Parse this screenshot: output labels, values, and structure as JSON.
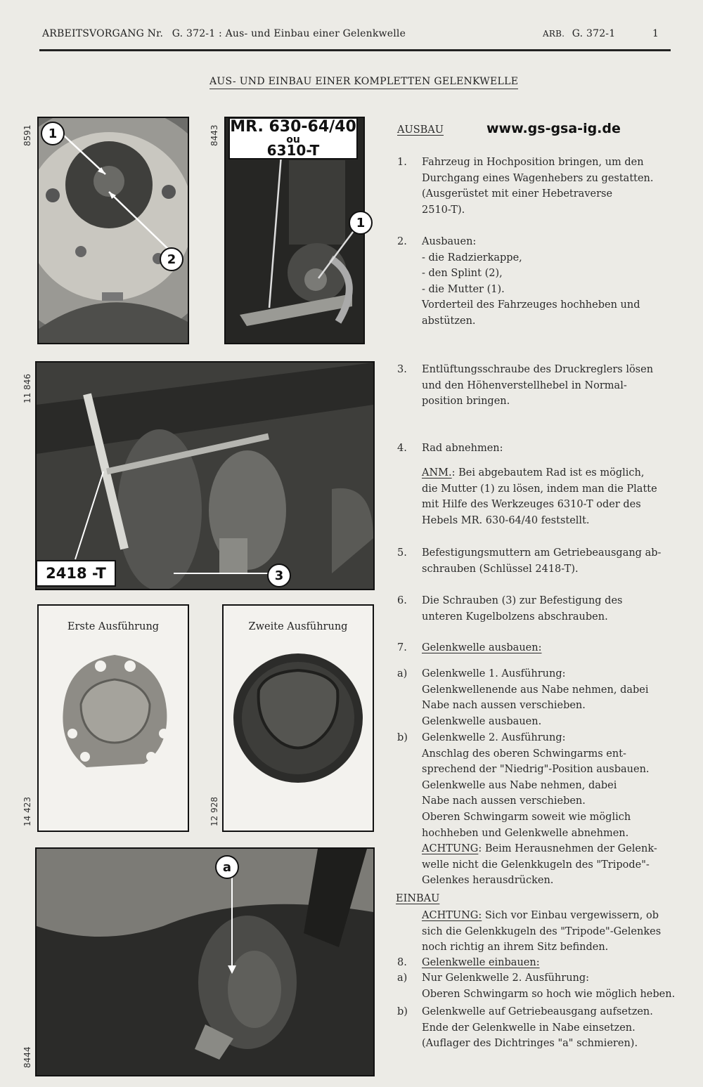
{
  "header": {
    "left_label": "ARBEITSVORGANG Nr.",
    "op_number": "G. 372-1 :",
    "op_title": "Aus- und Einbau einer Gelenkwelle",
    "arb_label": "ARB.",
    "arb_number": "G. 372-1",
    "page": "1"
  },
  "title": "AUS- UND EINBAU EINER KOMPLETTEN GELENKWELLE",
  "website": "www.gs-gsa-ig.de",
  "figures": {
    "fig1": {
      "number": "8591",
      "callouts": [
        "1",
        "2"
      ]
    },
    "fig2": {
      "number": "8443",
      "tool_label_1": "MR. 630-64/40",
      "tool_label_2": "ou",
      "tool_label_3": "6310-T",
      "callouts": [
        "1"
      ]
    },
    "fig3": {
      "number": "11 846",
      "tool_label": "2418 -T",
      "callouts": [
        "3"
      ]
    },
    "fig4": {
      "number": "14 423",
      "caption": "Erste Ausführung"
    },
    "fig5": {
      "number": "12 928",
      "caption": "Zweite Ausführung"
    },
    "fig6": {
      "number": "8444",
      "callouts": [
        "a"
      ]
    }
  },
  "ausbau": {
    "heading": "AUSBAU",
    "s1_num": "1.",
    "s1": [
      "Fahrzeug in Hochposition bringen, um den",
      "Durchgang eines Wagenhebers zu gestatten.",
      "(Ausgerüstet mit einer Hebetraverse",
      "2510-T)."
    ],
    "s2_num": "2.",
    "s2": [
      "Ausbauen:",
      "- die Radzierkappe,",
      "- den Splint (2),",
      "- die Mutter (1).",
      "Vorderteil des Fahrzeuges hochheben und",
      "abstützen."
    ],
    "s3_num": "3.",
    "s3": [
      "Entlüftungsschraube des Druckreglers lösen",
      "und den Höhenverstellhebel in Normal-",
      "position bringen."
    ],
    "s4_num": "4.",
    "s4": "Rad abnehmen:",
    "anm_label": "ANM.",
    "anm_rest": ": Bei abgebautem Rad ist es möglich,",
    "anm": [
      "die Mutter (1) zu lösen, indem man die Platte",
      "mit Hilfe des Werkzeuges 6310-T oder des",
      "Hebels MR. 630-64/40 feststellt."
    ],
    "s5_num": "5.",
    "s5": [
      "Befestigungsmuttern am Getriebeausgang ab-",
      "schrauben (Schlüssel 2418-T)."
    ],
    "s6_num": "6.",
    "s6": [
      "Die Schrauben (3) zur Befestigung des",
      "unteren Kugelbolzens abschrauben."
    ],
    "s7_num": "7.",
    "s7": "Gelenkwelle ausbauen:",
    "s7a_num": "a)",
    "s7a": [
      "Gelenkwelle 1. Ausführung:",
      "Gelenkwellenende aus Nabe nehmen, dabei",
      "Nabe nach aussen verschieben.",
      "Gelenkwelle ausbauen."
    ],
    "s7b_num": "b)",
    "s7b": [
      "Gelenkwelle 2. Ausführung:",
      "Anschlag des oberen Schwingarms ent-",
      "sprechend der \"Niedrig\"-Position ausbauen.",
      "Gelenkwelle aus Nabe nehmen, dabei",
      "Nabe nach aussen verschieben.",
      "Oberen Schwingarm soweit wie möglich",
      "hochheben und Gelenkwelle abnehmen."
    ],
    "achtung_label": "ACHTUNG",
    "achtung_rest": ": Beim Herausnehmen der Gelenk-",
    "achtung": [
      "welle nicht die Gelenkkugeln des \"Tripode\"-",
      "Gelenkes herausdrücken."
    ]
  },
  "einbau": {
    "heading": "EINBAU",
    "achtung_label": "ACHTUNG:",
    "achtung_rest": " Sich vor Einbau vergewissern, ob",
    "achtung": [
      "sich die Gelenkkugeln des \"Tripode\"-Gelenkes",
      "noch richtig an ihrem Sitz befinden."
    ],
    "s8_num": "8.",
    "s8": "Gelenkwelle einbauen:",
    "s8a_num": "a)",
    "s8a": [
      "Nur Gelenkwelle 2. Ausführung:",
      "Oberen Schwingarm so hoch wie möglich heben."
    ],
    "s8b_num": "b)",
    "s8b": [
      "Gelenkwelle auf Getriebeausgang aufsetzen.",
      "Ende der Gelenkwelle in Nabe einsetzen.",
      "(Auflager des Dichtringes \"a\" schmieren)."
    ]
  }
}
